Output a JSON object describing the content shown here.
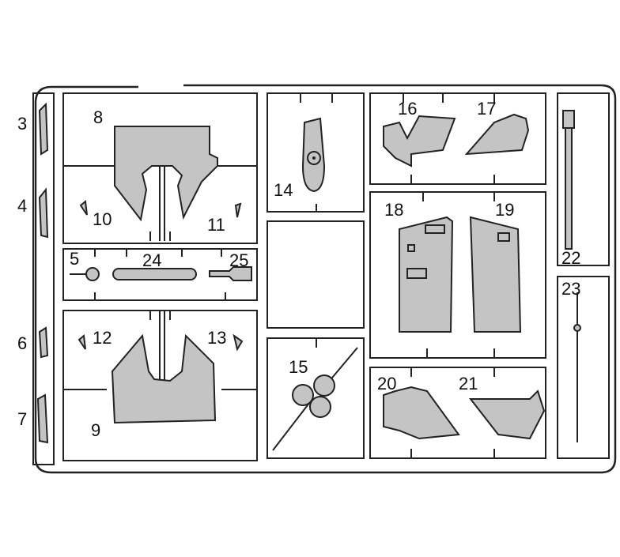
{
  "diagram": {
    "title": "Parts sprue",
    "part_fill": "#c4c4c4",
    "labels": {
      "p3": "3",
      "p4": "4",
      "p6": "6",
      "p7": "7",
      "p5": "5",
      "p8": "8",
      "p9": "9",
      "p10": "10",
      "p11": "11",
      "p12": "12",
      "p13": "13",
      "p14": "14",
      "p15": "15",
      "p16": "16",
      "p17": "17",
      "p18": "18",
      "p19": "19",
      "p20": "20",
      "p21": "21",
      "p22": "22",
      "p23": "23",
      "p24": "24",
      "p25": "25"
    }
  }
}
